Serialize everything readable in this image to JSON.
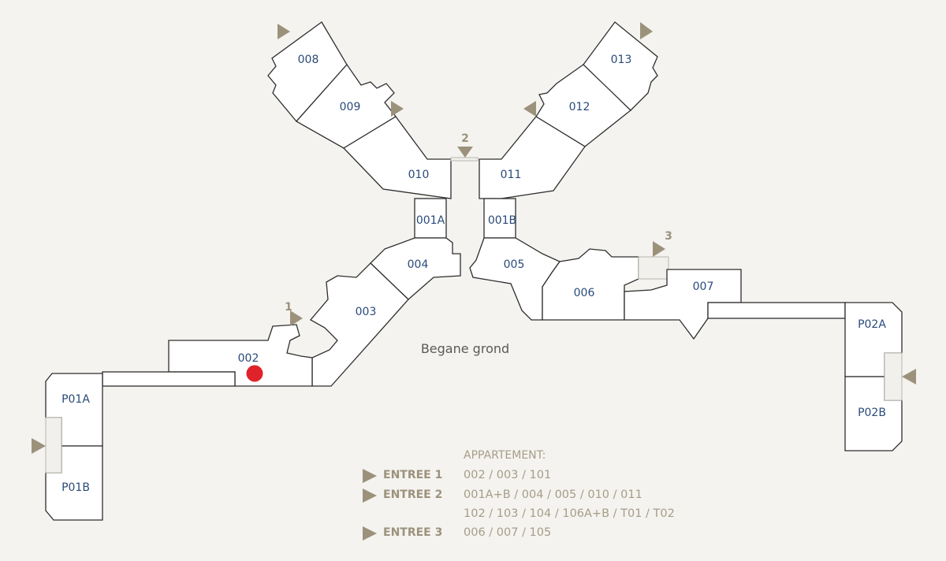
{
  "map": {
    "title": "Begane grond",
    "colors": {
      "wall": "#2e2e2e",
      "label": "#2a4a7a",
      "accent": "#9c927c",
      "marker": "#e0232a"
    },
    "units": {
      "u008": "008",
      "u009": "009",
      "u010": "010",
      "u011": "011",
      "u012": "012",
      "u013": "013",
      "u001a": "001A",
      "u001b": "001B",
      "u004": "004",
      "u005": "005",
      "u003": "003",
      "u002": "002",
      "u006": "006",
      "u007": "007",
      "p01a": "P01A",
      "p01b": "P01B",
      "p02a": "P02A",
      "p02b": "P02B"
    },
    "entrance_numbers": {
      "e1": "1",
      "e2": "2",
      "e3": "3"
    },
    "selected_unit": "002"
  },
  "legend": {
    "header": "APPARTEMENT:",
    "rows": [
      {
        "label": "ENTREE 1",
        "apartments": "002 / 003 / 101"
      },
      {
        "label": "ENTREE 2",
        "apartments": "001A+B / 004 / 005 / 010 / 011"
      },
      {
        "label": "",
        "apartments": "102 / 103 / 104 / 106A+B / T01 / T02"
      },
      {
        "label": "ENTREE 3",
        "apartments": "006 / 007 / 105"
      }
    ]
  }
}
